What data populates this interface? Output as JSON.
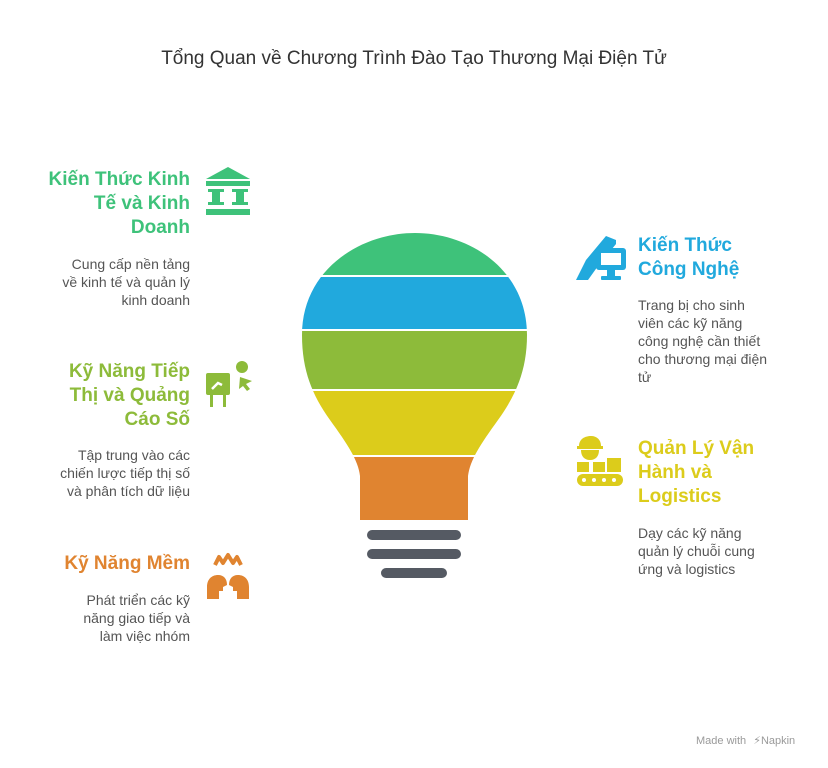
{
  "title": "Tổng Quan về Chương Trình Đào Tạo Thương Mại Điện Tử",
  "colors": {
    "green": "#3ec27a",
    "blue": "#21a9dd",
    "lime": "#8dbb3a",
    "yellow": "#dccc1b",
    "orange": "#e08430",
    "gray": "#555a63"
  },
  "items": {
    "kinh_te": {
      "heading": "Kiến Thức Kinh Tế và Kinh Doanh",
      "heading_lines": [
        "Kiến Thức Kinh",
        "Tế và Kinh",
        "Doanh"
      ],
      "desc": "Cung cấp nền tảng về kinh tế và quản lý kinh doanh",
      "desc_lines": [
        "Cung cấp nền tảng",
        "về kinh tế và quản lý",
        "kinh doanh"
      ],
      "icon": "bank-columns-icon"
    },
    "marketing": {
      "heading": "Kỹ Năng Tiếp Thị và Quảng Cáo Số",
      "heading_lines": [
        "Kỹ Năng Tiếp",
        "Thị và Quảng",
        "Cáo Số"
      ],
      "desc": "Tập trung vào các chiến lược tiếp thị số và phân tích dữ liệu",
      "desc_lines": [
        "Tập trung vào các",
        "chiến lược tiếp thị số",
        "và phân tích dữ liệu"
      ],
      "icon": "presentation-board-icon"
    },
    "ky_nang_mem": {
      "heading": "Kỹ Năng Mềm",
      "heading_lines": [
        "Kỹ Năng Mềm"
      ],
      "desc": "Phát triển các kỹ năng giao tiếp và làm việc nhóm",
      "desc_lines": [
        "Phát triển các kỹ",
        "năng giao tiếp và",
        "làm việc nhóm"
      ],
      "icon": "teamwork-heads-icon"
    },
    "cong_nghe": {
      "heading": "Kiến Thức Công Nghệ",
      "heading_lines": [
        "Kiến Thức",
        "Công Nghệ"
      ],
      "desc": "Trang bị cho sinh viên các kỹ năng công nghệ cần thiết cho thương mại điện tử",
      "desc_lines": [
        "Trang bị cho sinh",
        "viên các kỹ năng",
        "công nghệ cần thiết",
        "cho thương mại điện",
        "tử"
      ],
      "icon": "computer-technology-icon"
    },
    "logistics": {
      "heading": "Quản Lý Vận Hành và Logistics",
      "heading_lines": [
        "Quản Lý Vận",
        "Hành và",
        "Logistics"
      ],
      "desc": "Dạy các kỹ năng quản lý chuỗi cung ứng và logistics",
      "desc_lines": [
        "Dạy các kỹ năng",
        "quản lý chuỗi cung",
        "ứng và logistics"
      ],
      "icon": "conveyor-worker-icon"
    }
  },
  "footer": {
    "made_with": "Made with",
    "brand": "Napkin"
  }
}
